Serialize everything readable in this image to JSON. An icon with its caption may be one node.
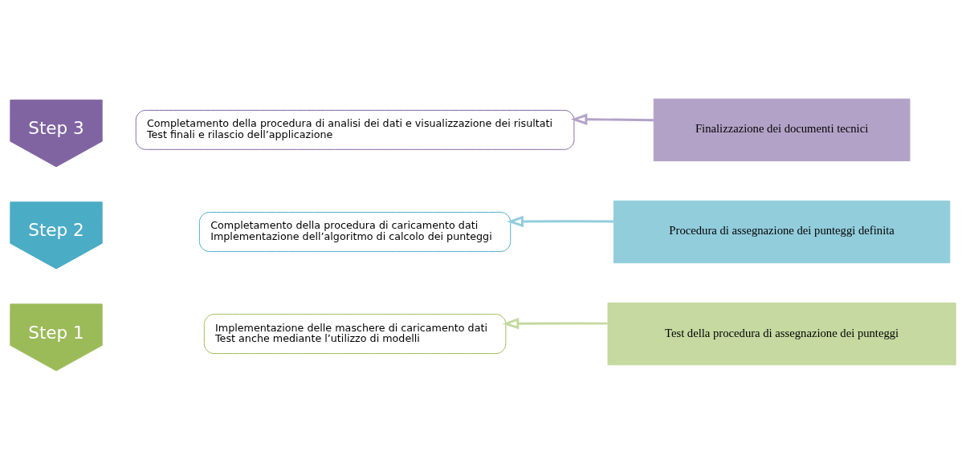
{
  "diagram": {
    "nodes": [
      {
        "text": [
          "Step 1"
        ]
      },
      {
        "text": [
          "Implementazione delle maschere di caricamento dati",
          "Test anche mediante l’utilizzo di modelli"
        ]
      },
      {
        "text": [
          "Test della procedura di assegnazione dei punteggi"
        ]
      },
      {
        "text": [
          "Step 2"
        ]
      },
      {
        "text": [
          "Completamento della procedura di caricamento dati",
          "Implementazione dell’algoritmo di calcolo dei punteggi"
        ]
      },
      {
        "text": [
          "Procedura di assegnazione dei punteggi definita"
        ]
      },
      {
        "text": [
          "Step 3"
        ]
      },
      {
        "text": [
          "Completamento della procedura di analisi dei dati e visualizzazione dei risultati",
          "Test finali e rilascio dell’applicazione"
        ]
      },
      {
        "text": [
          "Finalizzazione dei documenti tecnici"
        ]
      }
    ],
    "edges": [
      {
        "from": 2,
        "to": 1,
        "arrow": "to",
        "color": "#c5d9a0"
      },
      {
        "from": 5,
        "to": 4,
        "arrow": "to",
        "color": "#92cddc"
      },
      {
        "from": 8,
        "to": 7,
        "arrow": "to",
        "color": "#b3a2c7"
      }
    ]
  }
}
